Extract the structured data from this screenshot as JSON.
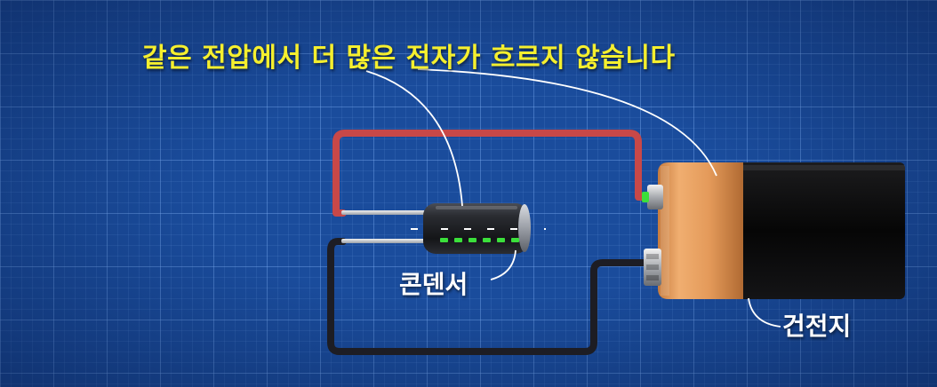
{
  "headline": "같은 전압에서 더 많은 전자가 흐르지 않습니다",
  "labels": {
    "capacitor": "콘덴서",
    "battery": "건전지"
  },
  "colors": {
    "background": "#1a4c9c",
    "headline_text": "#f5ef2e",
    "label_text": "#ffffff",
    "wire_positive": "#c84848",
    "wire_negative": "#22222a",
    "electron": "#3be03b",
    "battery_wrap": "#e8a162",
    "battery_body": "#0a0a0a"
  }
}
